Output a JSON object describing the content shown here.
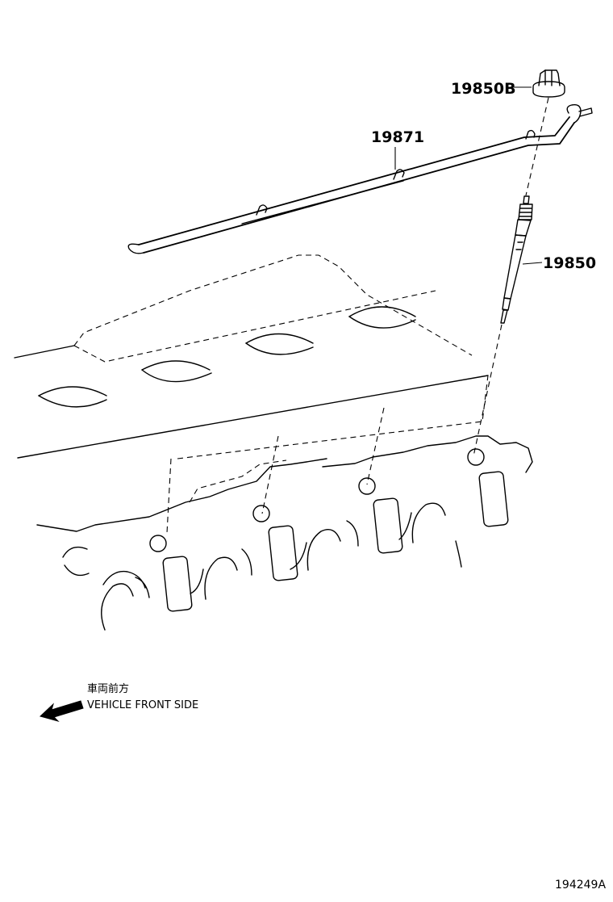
{
  "parts": {
    "glow_plug_connector": "19850B",
    "glow_plug_bar": "19871",
    "glow_plug": "19850"
  },
  "direction": {
    "label_jp": "車両前方",
    "label_en": "VEHICLE FRONT SIDE"
  },
  "figure_id": "194249A"
}
